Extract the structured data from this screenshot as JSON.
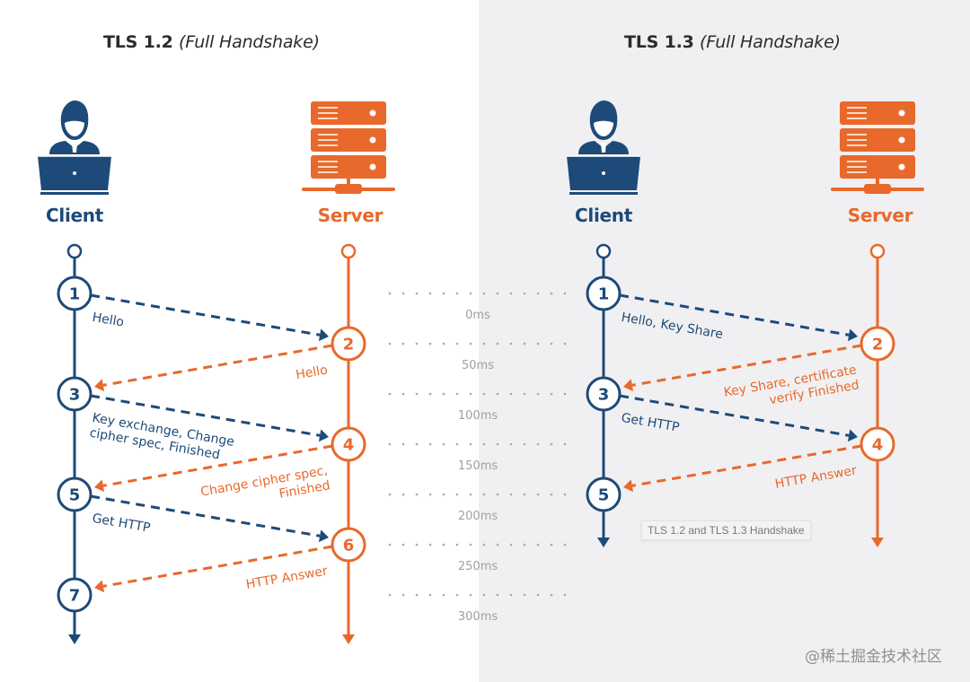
{
  "colors": {
    "client": "#1d4a78",
    "server": "#e8692b",
    "panel_bg": "#f0f0f2",
    "timeline_dots": "#a8a8a8"
  },
  "tls12": {
    "title_main": "TLS 1.2",
    "title_sub": "(Full Handshake)",
    "client_label": "Client",
    "server_label": "Server",
    "client_icon": "user-laptop-icon",
    "server_icon": "server-rack-icon",
    "steps": [
      {
        "n": "1",
        "side": "client",
        "time_ms": 0
      },
      {
        "n": "2",
        "side": "server",
        "time_ms": 50
      },
      {
        "n": "3",
        "side": "client",
        "time_ms": 100
      },
      {
        "n": "4",
        "side": "server",
        "time_ms": 150
      },
      {
        "n": "5",
        "side": "client",
        "time_ms": 200
      },
      {
        "n": "6",
        "side": "server",
        "time_ms": 250
      },
      {
        "n": "7",
        "side": "client",
        "time_ms": 300
      }
    ],
    "messages": [
      {
        "from": "1",
        "to": "2",
        "direction": "client-to-server",
        "lines": [
          "Hello"
        ]
      },
      {
        "from": "2",
        "to": "3",
        "direction": "server-to-client",
        "lines": [
          "Hello"
        ]
      },
      {
        "from": "3",
        "to": "4",
        "direction": "client-to-server",
        "lines": [
          "Key exchange, Change",
          "cipher spec, Finished"
        ]
      },
      {
        "from": "4",
        "to": "5",
        "direction": "server-to-client",
        "lines": [
          "Change cipher spec,",
          "Finished"
        ]
      },
      {
        "from": "5",
        "to": "6",
        "direction": "client-to-server",
        "lines": [
          "Get HTTP"
        ]
      },
      {
        "from": "6",
        "to": "7",
        "direction": "server-to-client",
        "lines": [
          "HTTP Answer"
        ]
      }
    ]
  },
  "tls13": {
    "title_main": "TLS 1.3",
    "title_sub": "(Full Handshake)",
    "client_label": "Client",
    "server_label": "Server",
    "client_icon": "user-laptop-icon",
    "server_icon": "server-rack-icon",
    "steps": [
      {
        "n": "1",
        "side": "client",
        "time_ms": 0
      },
      {
        "n": "2",
        "side": "server",
        "time_ms": 50
      },
      {
        "n": "3",
        "side": "client",
        "time_ms": 100
      },
      {
        "n": "4",
        "side": "server",
        "time_ms": 150
      },
      {
        "n": "5",
        "side": "client",
        "time_ms": 200
      }
    ],
    "messages": [
      {
        "from": "1",
        "to": "2",
        "direction": "client-to-server",
        "lines": [
          "Hello, Key Share"
        ]
      },
      {
        "from": "2",
        "to": "3",
        "direction": "server-to-client",
        "lines": [
          "Key Share, certificate",
          "verify  Finished"
        ]
      },
      {
        "from": "3",
        "to": "4",
        "direction": "client-to-server",
        "lines": [
          "Get HTTP"
        ]
      },
      {
        "from": "4",
        "to": "5",
        "direction": "server-to-client",
        "lines": [
          "HTTP Answer"
        ]
      }
    ]
  },
  "timeline": {
    "labels": [
      "0ms",
      "50ms",
      "100ms",
      "150ms",
      "200ms",
      "250ms",
      "300ms"
    ]
  },
  "caption": "TLS 1.2 and TLS 1.3 Handshake",
  "watermark": "@稀土掘金技术社区"
}
